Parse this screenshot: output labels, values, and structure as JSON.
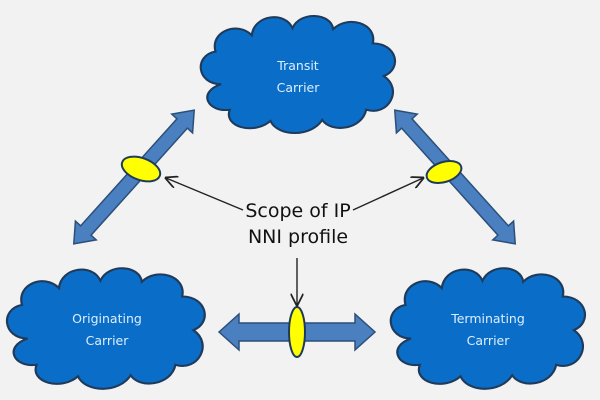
{
  "diagram": {
    "nodes": [
      {
        "id": "transit",
        "line1": "Transit",
        "line2": "Carrier"
      },
      {
        "id": "originating",
        "line1": "Originating",
        "line2": "Carrier"
      },
      {
        "id": "terminating",
        "line1": "Terminating",
        "line2": "Carrier"
      }
    ],
    "connections": [
      {
        "from": "originating",
        "to": "transit",
        "type": "bidirectional",
        "interface_marker": "yellow-ellipse"
      },
      {
        "from": "transit",
        "to": "terminating",
        "type": "bidirectional",
        "interface_marker": "yellow-ellipse"
      },
      {
        "from": "originating",
        "to": "terminating",
        "type": "bidirectional",
        "interface_marker": "yellow-ellipse"
      }
    ],
    "annotation": {
      "line1": "Scope of IP",
      "line2": "NNI profile",
      "points_to": [
        "left-interface",
        "right-interface",
        "bottom-interface"
      ]
    },
    "colors": {
      "background": "#f2f2f2",
      "cloud_fill": "#0a6ec8",
      "arrow_fill": "#4a7fc0",
      "marker_fill": "#ffff00",
      "text_dark": "#111111"
    }
  }
}
